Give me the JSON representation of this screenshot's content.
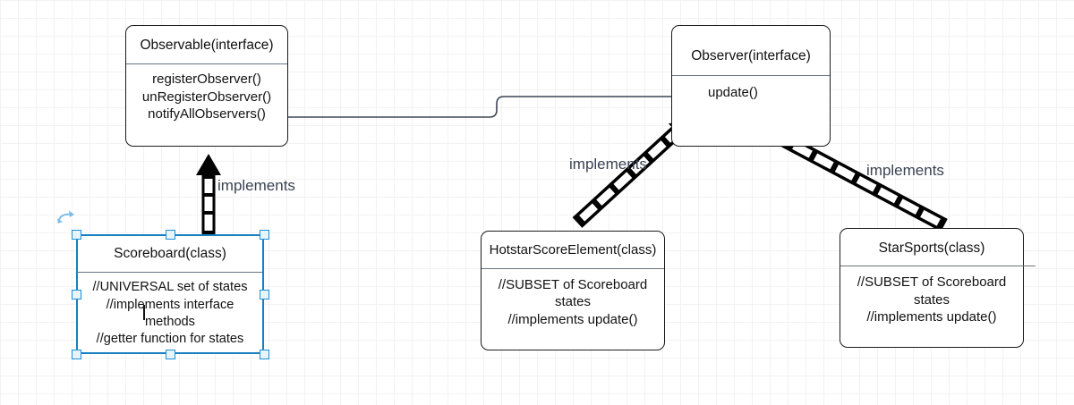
{
  "diagram": {
    "type": "uml-class-diagram",
    "background": "#ffffff",
    "grid_color": "#e6e6e6",
    "classes": [
      {
        "id": "observable",
        "title": "Observable(interface)",
        "members": "registerObserver()\nunRegisterObserver()\nnotifyAllObservers()"
      },
      {
        "id": "observer",
        "title": "Observer(interface)",
        "members": "update()"
      },
      {
        "id": "scoreboard",
        "title": "Scoreboard(class)",
        "members": "//UNIVERSAL set of states\n//implements interface\nmethods\n//getter function for states",
        "selected": true
      },
      {
        "id": "hotstar",
        "title": "HotstarScoreElement(class)",
        "members": "//SUBSET of  Scoreboard states\n//implements update()"
      },
      {
        "id": "starsports",
        "title": "StarSports(class)",
        "members": "//SUBSET of  Scoreboard states\n//implements update()"
      }
    ],
    "edges": [
      {
        "id": "scoreboard-observable",
        "label": "implements",
        "style": "dashed-thick-hollow",
        "from": "scoreboard",
        "to": "observable"
      },
      {
        "id": "hotstar-observer",
        "label": "implements",
        "style": "dashed-thick-hollow",
        "from": "hotstar",
        "to": "observer"
      },
      {
        "id": "starsports-observer",
        "label": "implements",
        "style": "dashed-thick-hollow",
        "from": "starsports",
        "to": "observer"
      },
      {
        "id": "notify-update",
        "label": "",
        "style": "solid-thin-arrow",
        "from": "observable",
        "to": "observer"
      }
    ],
    "selection": {
      "color": "#1a8fd8",
      "outline_color": "#1a7fc1",
      "handle_fill": "#e8f4fb",
      "rotate_icon": "rotate-handle-icon",
      "caret_visible": true
    }
  }
}
